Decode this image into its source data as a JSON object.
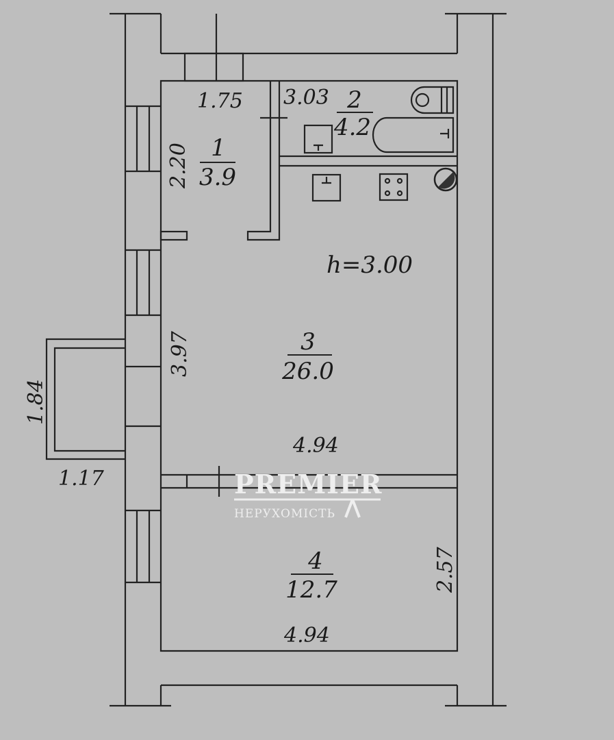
{
  "plan": {
    "ceiling_height": "h=3.00",
    "rooms": [
      {
        "number": "1",
        "area": "3.9"
      },
      {
        "number": "2",
        "area": "4.2"
      },
      {
        "number": "3",
        "area": "26.0"
      },
      {
        "number": "4",
        "area": "12.7"
      }
    ],
    "dimensions": {
      "room1_width": "1.75",
      "room1_length": "2.20",
      "room2_length": "3.03",
      "room3_length": "3.97",
      "room3_width": "4.94",
      "room4_length": "2.57",
      "room4_width": "4.94",
      "balcony_length": "1.84",
      "balcony_depth": "1.17"
    }
  },
  "watermark": {
    "brand": "PREMIER",
    "subtitle": "НЕРУХОМІСТЬ"
  }
}
